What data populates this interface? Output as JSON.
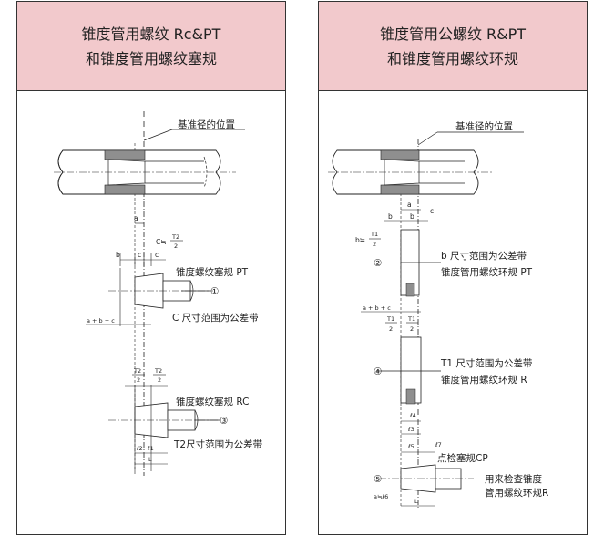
{
  "left_panel": {
    "title_line1": "锥度管用螺纹 Rc&PT",
    "title_line2": "和锥度管用螺纹塞规",
    "ref_label": "基准径的位置",
    "dim_a": "a",
    "formula_c_prefix": "C≒",
    "frac_num_T2": "T2",
    "frac_den_2": "2",
    "dim_b": "b",
    "dim_c": "c",
    "gauge_pt_label": "锥度螺纹塞规 PT",
    "mark_1": "①",
    "c_range_label": "C 尺寸范围为公差带",
    "dim_abc": "a + b + c",
    "gauge_rc_label": "锥度螺纹塞规 RC",
    "mark_3": "③",
    "t2_range_label": "T2尺寸范围为公差带",
    "dim_l2": "ℓ2",
    "dim_l1": "ℓ1",
    "dim_L": "L"
  },
  "right_panel": {
    "title_line1": "锥度管用公螺纹 R&PT",
    "title_line2": "和锥度管用螺纹环规",
    "ref_label": "基准径的位置",
    "dim_a": "a",
    "dim_b": "b",
    "dim_c": "c",
    "formula_b_prefix": "b≒",
    "frac_num_T1": "T1",
    "frac_den_2": "2",
    "b_range_label": "b 尺寸范围为公差带",
    "ring_pt_label": "锥度管用螺纹环规 PT",
    "mark_2": "②",
    "dim_abc": "a + b + c",
    "t1_range_label": "T1 尺寸范围为公差带",
    "ring_r_label": "锥度管用螺纹环规 R",
    "mark_4": "④",
    "dim_l4": "ℓ4",
    "dim_l3": "ℓ3",
    "dim_l5": "ℓ5",
    "dim_l7": "ℓ7",
    "cp_label": "点检塞规CP",
    "check_label_1": "用来检查锥度",
    "check_label_2": "管用螺纹环规R",
    "mark_5": "⑤",
    "formula_a": "a≒ℓ6",
    "dim_L": "L"
  }
}
